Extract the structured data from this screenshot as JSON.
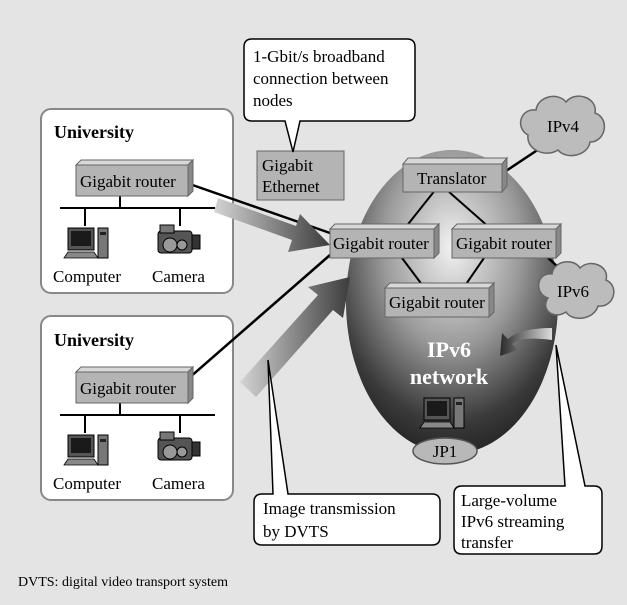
{
  "callouts": {
    "broadband": [
      "1-Gbit/s broadband",
      "connection between",
      "nodes"
    ],
    "dvts": [
      "Image transmission",
      "by DVTS"
    ],
    "ipv6_stream": [
      "Large-volume",
      "IPv6 streaming",
      "transfer"
    ]
  },
  "ethernet_label": [
    "Gigabit",
    "Ethernet"
  ],
  "universities": [
    {
      "title": "University",
      "router": "Gigabit router",
      "computer": "Computer",
      "camera": "Camera"
    },
    {
      "title": "University",
      "router": "Gigabit router",
      "computer": "Computer",
      "camera": "Camera"
    }
  ],
  "network": {
    "label": [
      "IPv6",
      "network"
    ],
    "translator": "Translator",
    "routers": [
      "Gigabit router",
      "Gigabit router",
      "Gigabit router"
    ],
    "node": "JP1"
  },
  "clouds": {
    "ipv4": "IPv4",
    "ipv6": "IPv6"
  },
  "footer": "DVTS: digital video transport system",
  "colors": {
    "background": "#e4e4e4",
    "box_face": "#b4b4b4",
    "cloud": "#bcbcbc"
  }
}
